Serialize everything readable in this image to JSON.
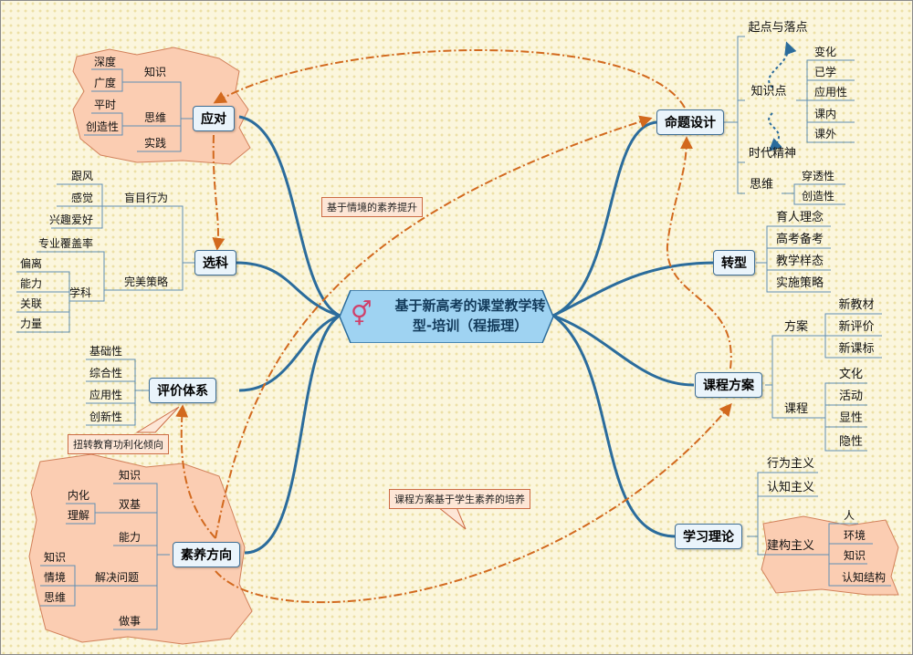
{
  "center": {
    "icon": "gender-symbol-icon",
    "line1": "基于新高考的课堂教学转",
    "line2": "型-培训（程振理）"
  },
  "left_branches": {
    "yingdui": {
      "label": "应对",
      "zhishi": {
        "label": "知识",
        "children": [
          "深度",
          "广度"
        ]
      },
      "siwei": {
        "label": "思维",
        "children": [
          "平时",
          "创造性"
        ]
      },
      "shijian": "实践"
    },
    "xuanke": {
      "label": "选科",
      "mangmu": {
        "label": "盲目行为",
        "children": [
          "跟风",
          "感觉",
          "兴趣爱好"
        ]
      },
      "wanmei": {
        "label": "完美策略",
        "zhuanye": "专业覆盖率",
        "xueke": {
          "label": "学科",
          "children": [
            "偏离",
            "能力",
            "关联",
            "力量"
          ]
        }
      }
    },
    "pingjia": {
      "label": "评价体系",
      "children": [
        "基础性",
        "综合性",
        "应用性",
        "创新性"
      ]
    },
    "suyang": {
      "label": "素养方向",
      "zhishi": "知识",
      "shuangji": {
        "label": "双基",
        "children": [
          "内化",
          "理解"
        ]
      },
      "nengli": "能力",
      "jiejue": {
        "label": "解决问题",
        "children": [
          "知识",
          "情境",
          "思维"
        ]
      },
      "zuoshi": "做事"
    }
  },
  "right_branches": {
    "mingti": {
      "label": "命题设计",
      "qidian": "起点与落点",
      "zhishidian": {
        "label": "知识点",
        "children": [
          "变化",
          "已学",
          "应用性",
          "课内",
          "课外"
        ]
      },
      "shidai": "时代精神",
      "siwei": {
        "label": "思维",
        "children": [
          "穿透性",
          "创造性"
        ]
      }
    },
    "zhuanxing": {
      "label": "转型",
      "children": [
        "育人理念",
        "高考备考",
        "教学样态",
        "实施策略"
      ]
    },
    "kecheng": {
      "label": "课程方案",
      "fangan": {
        "label": "方案",
        "children": [
          "新教材",
          "新评价",
          "新课标"
        ]
      },
      "kc": {
        "label": "课程",
        "children": [
          "文化",
          "活动",
          "显性",
          "隐性"
        ]
      }
    },
    "xuexi": {
      "label": "学习理论",
      "xingwei": "行为主义",
      "renzhi": "认知主义",
      "jiangou": {
        "label": "建构主义",
        "children": [
          "人",
          "环境",
          "知识",
          "认知结构"
        ]
      }
    }
  },
  "callouts": {
    "qingjing": "基于情境的素养提升",
    "niuzhuan": "扭转教育功利化倾向",
    "kecheng_jiyu": "课程方案基于学生素养的培养"
  },
  "colors": {
    "branch": "#2b6c9c",
    "sub_line": "#5f8fb4",
    "relation": "#d2691e",
    "boundary_fill": "#fbcdb2",
    "boundary_stroke": "#d2805a",
    "center_fill": "#9fd3f2"
  }
}
